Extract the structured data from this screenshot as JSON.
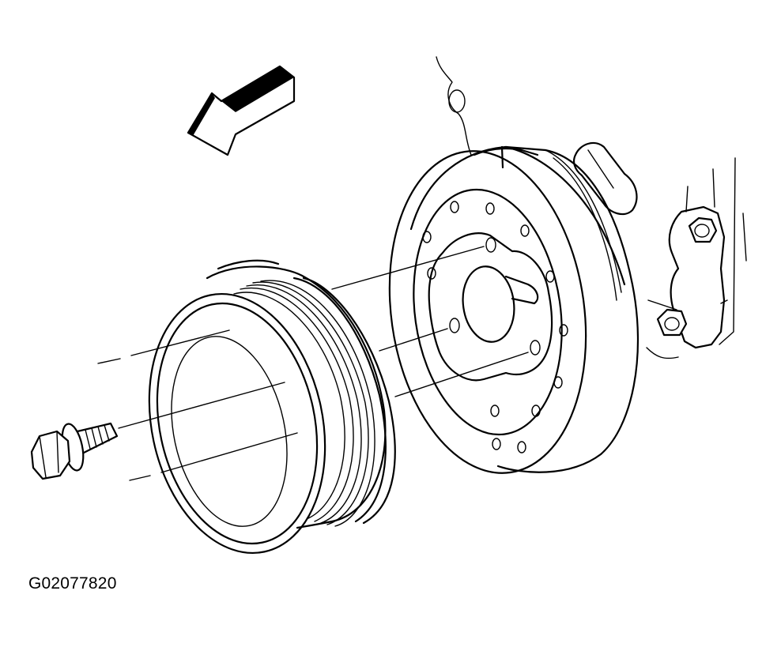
{
  "figure": {
    "id": "G02077820",
    "components": [
      "direction-arrow",
      "crankshaft-balancer",
      "crankshaft-pulley",
      "pulley-bolt",
      "engine-front-bracket"
    ]
  }
}
